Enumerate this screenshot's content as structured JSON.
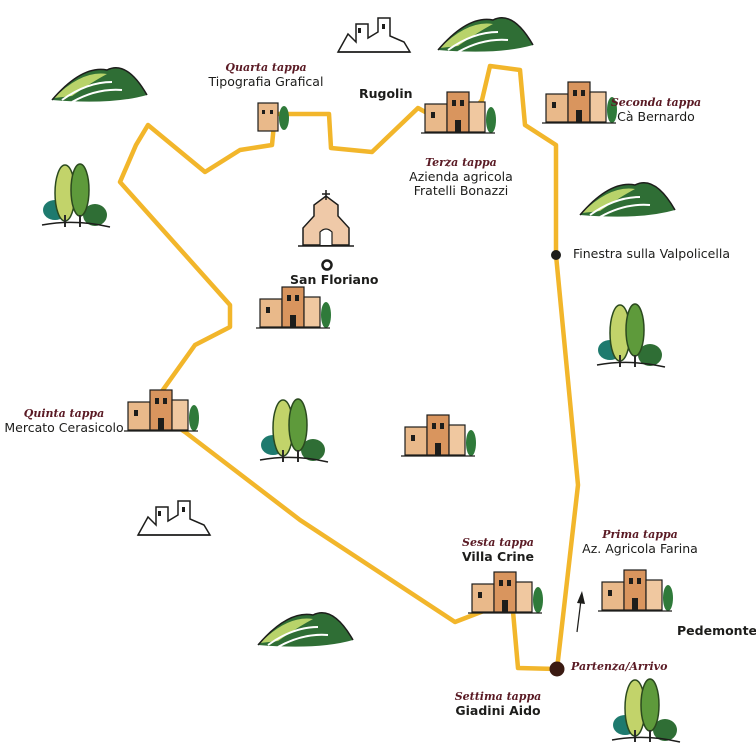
{
  "route_color": "#f2b62b",
  "stops": [
    {
      "stage": "Prima tappa",
      "name": "Az. Agricola Farina"
    },
    {
      "stage": "Seconda tappa",
      "name": "Cà Bernardo"
    },
    {
      "stage": "Terza tappa",
      "name": "Azienda agricola",
      "name2": "Fratelli Bonazzi"
    },
    {
      "stage": "Quarta tappa",
      "name": "Tipografia Grafical"
    },
    {
      "stage": "Quinta tappa",
      "name": "Mercato Cerasicolo"
    },
    {
      "stage": "Sesta tappa",
      "name": "Villa Crine"
    },
    {
      "stage": "Settima tappa",
      "name": "Giadini Aido"
    }
  ],
  "start": {
    "label": "Partenza/Arrivo"
  },
  "places": {
    "rugolin": "Rugolin",
    "san_floriano": "San Floriano",
    "finestra": "Finestra sulla Valpolicella",
    "pedemonte": "Pedemonte"
  },
  "icons": [
    "hill-icon",
    "trees-icon",
    "farmhouse-icon",
    "castle-icon",
    "church-icon",
    "north-arrow-icon"
  ]
}
